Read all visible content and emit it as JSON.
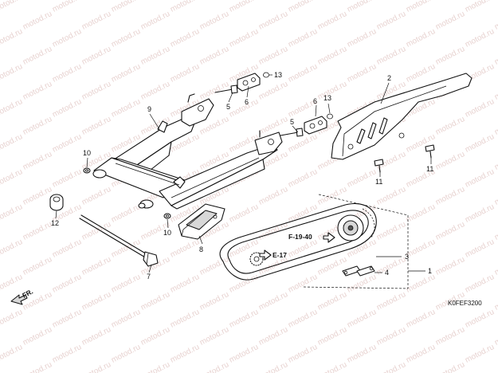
{
  "diagram": {
    "watermark": "motod.ru",
    "diagram_code": "K0FEF3200",
    "direction_label": "FR.",
    "references": [
      "F-19-40",
      "E-17"
    ],
    "callouts": {
      "p1": "1",
      "p2": "2",
      "p3": "3",
      "p4": "4",
      "p5a": "5",
      "p5b": "5",
      "p6a": "6",
      "p6b": "6",
      "p7": "7",
      "p8": "8",
      "p9": "9",
      "p10a": "10",
      "p10b": "10",
      "p11a": "11",
      "p11b": "11",
      "p12": "12",
      "p13a": "13",
      "p13b": "13"
    }
  }
}
